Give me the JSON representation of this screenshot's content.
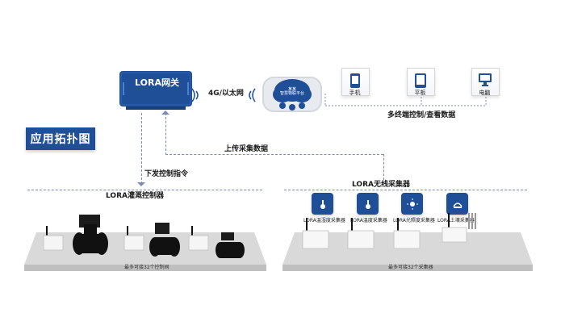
{
  "title": "应用拓扑图",
  "gateway": {
    "brand": "LORA网关"
  },
  "network_label": "4G/以太网",
  "cloud_text": "某某\n智慧物联平台",
  "terminals": [
    {
      "label": "手机",
      "icon": "phone-icon"
    },
    {
      "label": "平板",
      "icon": "tablet-icon"
    },
    {
      "label": "电脑",
      "icon": "computer-icon"
    }
  ],
  "terminal_caption": "多终端控制/查看数据",
  "upload_label": "上传采集数据",
  "downlink_label": "下发控制指令",
  "left_section_label": "LORA灌溉控制器",
  "right_section_label": "LORA无线采集器",
  "left_footer": "最多可接32个控制阀",
  "right_footer": "最多可接32个采集器",
  "sensor_types": [
    {
      "label": "LORA温湿度采集器",
      "icon": "thermometer-humidity-icon"
    },
    {
      "label": "LORA温度采集器",
      "icon": "thermometer-icon"
    },
    {
      "label": "LORA光照度采集器",
      "icon": "sun-icon"
    },
    {
      "label": "LORA土壤采集器",
      "icon": "soil-icon"
    }
  ],
  "colors": {
    "primary": "#1f4f96",
    "panel": "#d9d9d9",
    "device": "#ffffff"
  }
}
